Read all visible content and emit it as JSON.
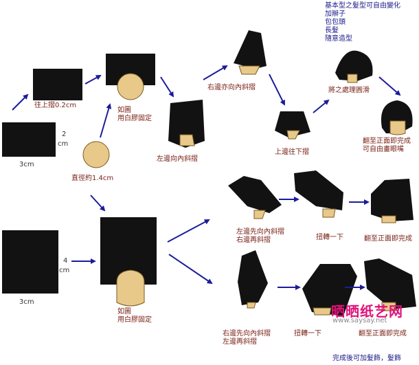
{
  "notes": {
    "top_right": [
      "基本型之髮型可自由變化",
      "加辮子",
      "包包頭",
      "長髮",
      "隨意造型"
    ],
    "bottom": "完成後可加髮飾，髮飾"
  },
  "labels": {
    "fold_top": "往上摺0.2cm",
    "dim_2cm_a": "2",
    "dim_2cm_b": "cm",
    "dim_3cm_top": "3cm",
    "glue_top": [
      "如圖",
      "用白膠固定"
    ],
    "diameter": "直徑約1.4cm",
    "dim_4cm_a": "4",
    "dim_4cm_b": "cm",
    "dim_3cm_bottom": "3cm",
    "glue_bottom": [
      "如圖",
      "用白膠固定"
    ],
    "left_fold": "左邊向內斜摺",
    "right_fold": "右邊亦向內斜摺",
    "top_down": "上邊往下摺",
    "round_corner": "將之處理圓滑",
    "flip_done": [
      "翻至正面即完成",
      "可自由畫眼嘴"
    ],
    "left_then_right_1": [
      "左邊先向內斜摺",
      "右邊再斜摺"
    ],
    "twist_1": "扭轉一下",
    "flip_done_1": "翻至正面即完成",
    "left_then_right_2": [
      "右邊先向內斜摺",
      "左邊再斜摺"
    ],
    "twist_2": "扭轉一下",
    "flip_done_2": "翻至正面即完成"
  },
  "watermark": {
    "brand": "晒晒纸艺网",
    "url": "www.saysay.net"
  },
  "colors": {
    "paper": "#121212",
    "face": "#e8c98a",
    "arrow": "#1c1c9a",
    "label": "#7a2218",
    "note": "#1a1a8a",
    "brand": "#e0127a"
  }
}
